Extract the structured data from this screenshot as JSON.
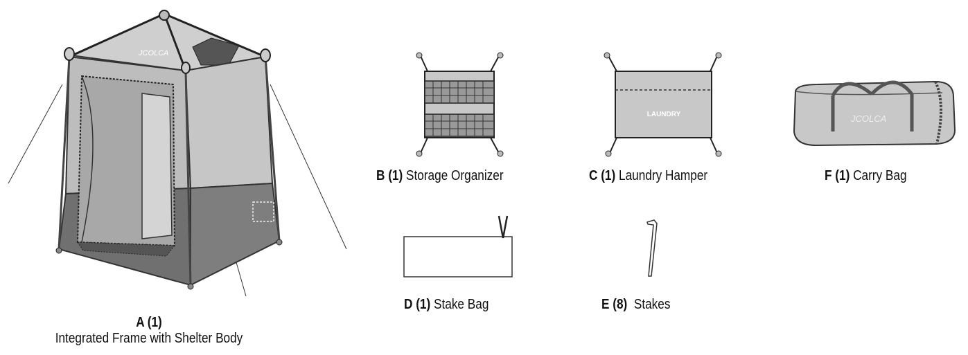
{
  "brand": "JCOLCA",
  "items": {
    "a": {
      "code": "A (1)",
      "name": "Integrated Frame with Shelter Body"
    },
    "b": {
      "code": "B (1)",
      "name": "Storage Organizer"
    },
    "c": {
      "code": "C (1)",
      "name": "Laundry Hamper",
      "print": "LAUNDRY"
    },
    "d": {
      "code": "D (1)",
      "name": "Stake Bag"
    },
    "e": {
      "code": "E (8)",
      "name": "Stakes"
    },
    "f": {
      "code": "F (1)",
      "name": "Carry Bag"
    }
  },
  "colors": {
    "fabric_light": "#c9c9c9",
    "fabric_dark": "#777777",
    "line": "#2a2a2a"
  }
}
